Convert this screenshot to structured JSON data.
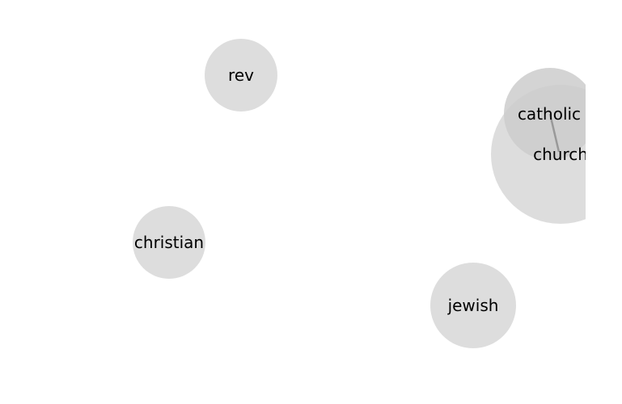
{
  "diagram": {
    "nodes": [
      {
        "id": "rev",
        "label": "rev"
      },
      {
        "id": "christian",
        "label": "christian"
      },
      {
        "id": "jewish",
        "label": "jewish"
      },
      {
        "id": "church",
        "label": "church"
      },
      {
        "id": "catholic",
        "label": "catholic"
      }
    ],
    "edges": [
      {
        "from": "catholic",
        "to": "church"
      }
    ],
    "colors": {
      "node_fill": "#dddddd",
      "edge": "#999999",
      "label": "#000000",
      "background": "#ffffff"
    }
  }
}
